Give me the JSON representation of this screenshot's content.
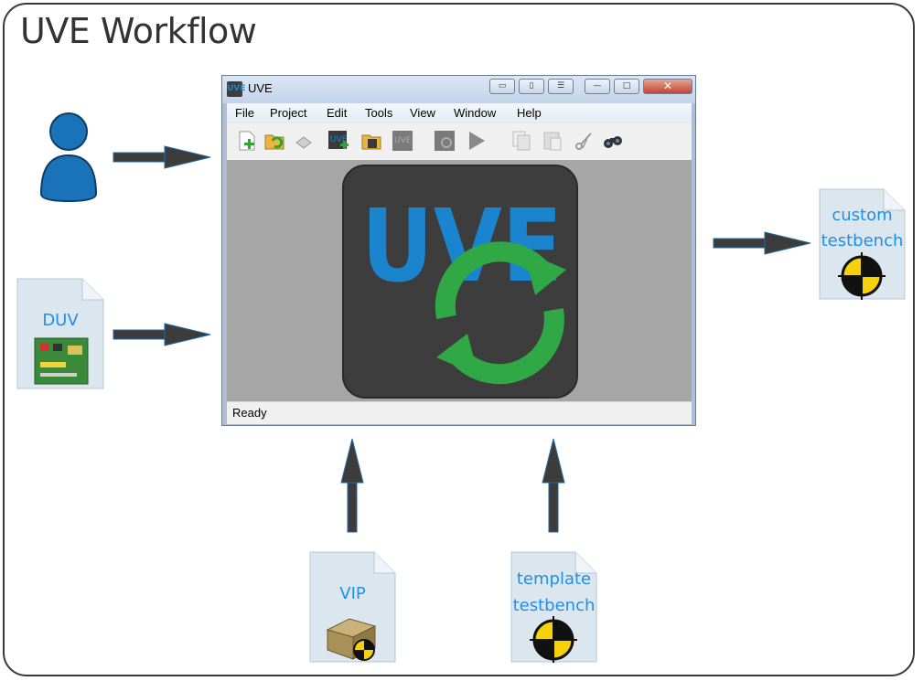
{
  "title": "UVE Workflow",
  "window": {
    "title": "UVE",
    "app_icon_text": "UVE",
    "menu": [
      "File",
      "Project",
      "Edit",
      "Tools",
      "View",
      "Window",
      "Help"
    ],
    "status": "Ready",
    "logo_text": "UVE"
  },
  "inputs": {
    "duv_label": "DUV",
    "vip_label": "VIP",
    "template_label_1": "template",
    "template_label_2": "testbench"
  },
  "outputs": {
    "custom_label_1": "custom",
    "custom_label_2": "testbench"
  },
  "colors": {
    "label_blue": "#1f8fe8",
    "arrow": "#3c3c3c",
    "user_blue": "#1a72b8",
    "logo_blue": "#1a84cf",
    "logo_green": "#2fa845"
  }
}
